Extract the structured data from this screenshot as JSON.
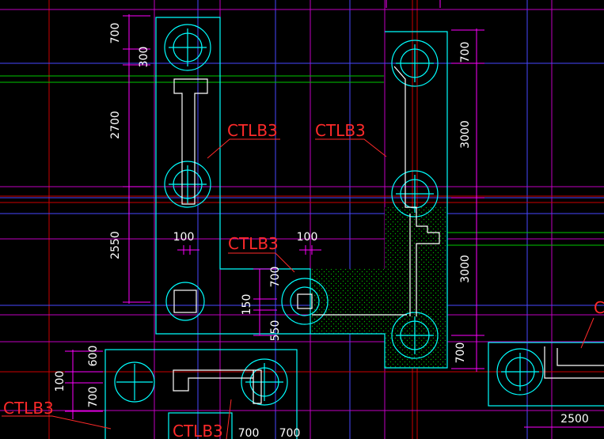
{
  "drawing": {
    "background": "#000000",
    "colors": {
      "axis_magenta": "#c000c0",
      "axis_red": "#cc0000",
      "axis_blue": "#4848ff",
      "green_line": "#00c800",
      "cyan_outline": "#00ffff",
      "white_line": "#ffffff",
      "dimension_line": "#ff00ff",
      "label_red": "#ff2a2a",
      "hatch_green": "#00aa00"
    },
    "labels": {
      "ctlb_left": "CTLB3",
      "ctlb_right": "CTLB3",
      "ctlb_mid": "CTLB3",
      "ctlb_bottom_left": "CTLB3",
      "ctlb_bottom": "CTLB3",
      "ctlb_edge": "C"
    },
    "dimensions": {
      "d700_top": "700",
      "d300": "300",
      "d2700": "2700",
      "d2550": "2550",
      "d100_a": "100",
      "d100_b": "100",
      "d700_mid": "700",
      "d150": "150",
      "d550": "550",
      "d700_r_top": "700",
      "d3000_r1": "3000",
      "d3000_r2": "3000",
      "d700_r_bot": "700",
      "d600": "600",
      "d100_c": "100",
      "d700_left": "700",
      "d700_bot_a": "700",
      "d700_bot_b": "700",
      "d2500": "2500"
    }
  }
}
